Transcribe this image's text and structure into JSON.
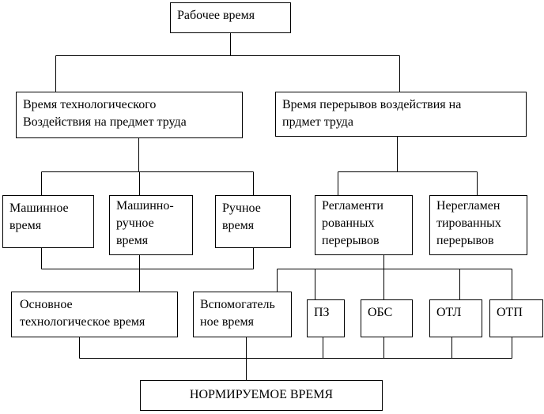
{
  "root": "Рабочее время",
  "tech_impact": "Время технологического\nВоздействия на предмет труда",
  "breaks": "Время перерывов воздействия на\nпрдмет труда",
  "machine": "Машинное\nвремя",
  "machine_manual": "Машинно-\nручное\nвремя",
  "manual": "Ручное\nвремя",
  "regulated": "Регламенти\nрованных\nперерывов",
  "unregulated": "Нерегламен\nтированных\nперерывов",
  "main_tech": "Основное\nтехнологическое время",
  "auxiliary": "Вспомогатель\nное время",
  "pz": "ПЗ",
  "obs": "ОБС",
  "otl": "ОТЛ",
  "otp": "ОТП",
  "normed": "НОРМИРУЕМОЕ ВРЕМЯ"
}
